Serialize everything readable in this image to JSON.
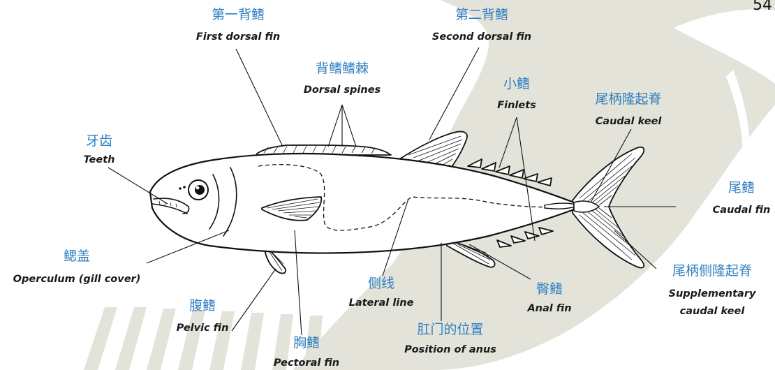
{
  "page_number": "54",
  "labels": {
    "first_dorsal_fin": {
      "zh": "第一背鳍",
      "en": "First dorsal fin"
    },
    "second_dorsal_fin": {
      "zh": "第二背鳍",
      "en": "Second dorsal fin"
    },
    "dorsal_spines": {
      "zh": "背鳍鳍棘",
      "en": "Dorsal spines"
    },
    "finlets": {
      "zh": "小鳍",
      "en": "Finlets"
    },
    "caudal_keel": {
      "zh": "尾柄隆起脊",
      "en": "Caudal keel"
    },
    "teeth": {
      "zh": "牙齿",
      "en": "Teeth"
    },
    "caudal_fin": {
      "zh": "尾鳍",
      "en": "Caudal fin"
    },
    "operculum": {
      "zh": "鳃盖",
      "en": "Operculum (gill cover)"
    },
    "supplementary_keel": {
      "zh": "尾柄侧隆起脊",
      "en_line1": "Supplementary",
      "en_line2": "caudal keel"
    },
    "lateral_line": {
      "zh": "侧线",
      "en": "Lateral line"
    },
    "anal_fin": {
      "zh": "臀鳍",
      "en": "Anal fin"
    },
    "pelvic_fin": {
      "zh": "腹鳍",
      "en": "Pelvic fin"
    },
    "anus": {
      "zh": "肛门的位置",
      "en": "Position of anus"
    },
    "pectoral_fin": {
      "zh": "胸鳍",
      "en": "Pectoral fin"
    }
  },
  "colors": {
    "label_zh": "#2f7fc1",
    "label_en": "#1a1a1a",
    "background_shape": "#e3e3da"
  }
}
